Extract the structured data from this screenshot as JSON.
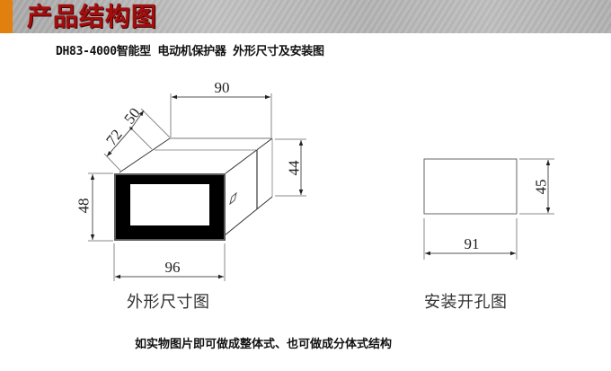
{
  "header": {
    "title": "产品结构图"
  },
  "subtitle": "DH83-4000智能型 电动机保护器 外形尺寸及安装图",
  "outline_drawing": {
    "caption": "外形尺寸图",
    "dimensions": {
      "body_depth": "90",
      "diagonal_a": "72",
      "diagonal_b": "50",
      "body_height": "44",
      "front_height": "48",
      "front_width": "96"
    }
  },
  "cutout_drawing": {
    "caption": "安装开孔图",
    "dimensions": {
      "height": "45",
      "width": "91"
    }
  },
  "note": "如实物图片即可做成整体式、也可做成分体式结构",
  "colors": {
    "header_accent": "#e2800f",
    "header_background": "#b5b5b5",
    "title_red": "#a60c0c",
    "bezel_black": "#000000",
    "bezel_border": "#5a5a5a",
    "line_gray": "#888888"
  }
}
